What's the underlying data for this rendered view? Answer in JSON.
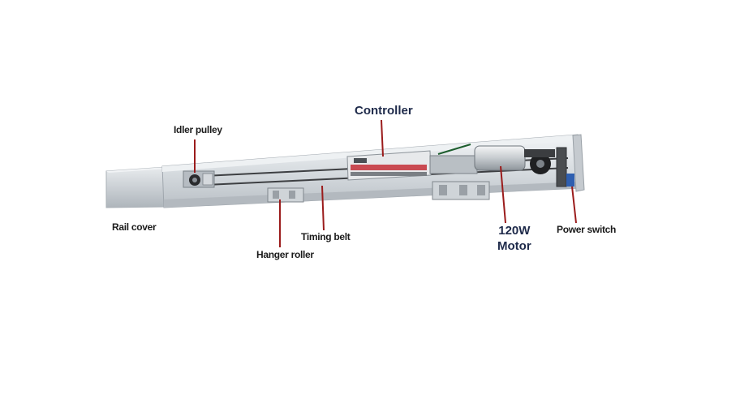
{
  "labels": {
    "controller": "Controller",
    "idler_pulley": "Idler pulley",
    "rail_cover": "Rail cover",
    "timing_belt": "Timing belt",
    "hanger_roller": "Hanger roller",
    "motor_power": "120W",
    "motor": "Motor",
    "power_switch": "Power switch"
  },
  "colors": {
    "leader_line": "#9b1c1c",
    "label_text": "#1b1b1b",
    "motor_label_text": "#1e2a4a",
    "rail_body": "#d9dee2",
    "controller_board": "#c94a52"
  }
}
